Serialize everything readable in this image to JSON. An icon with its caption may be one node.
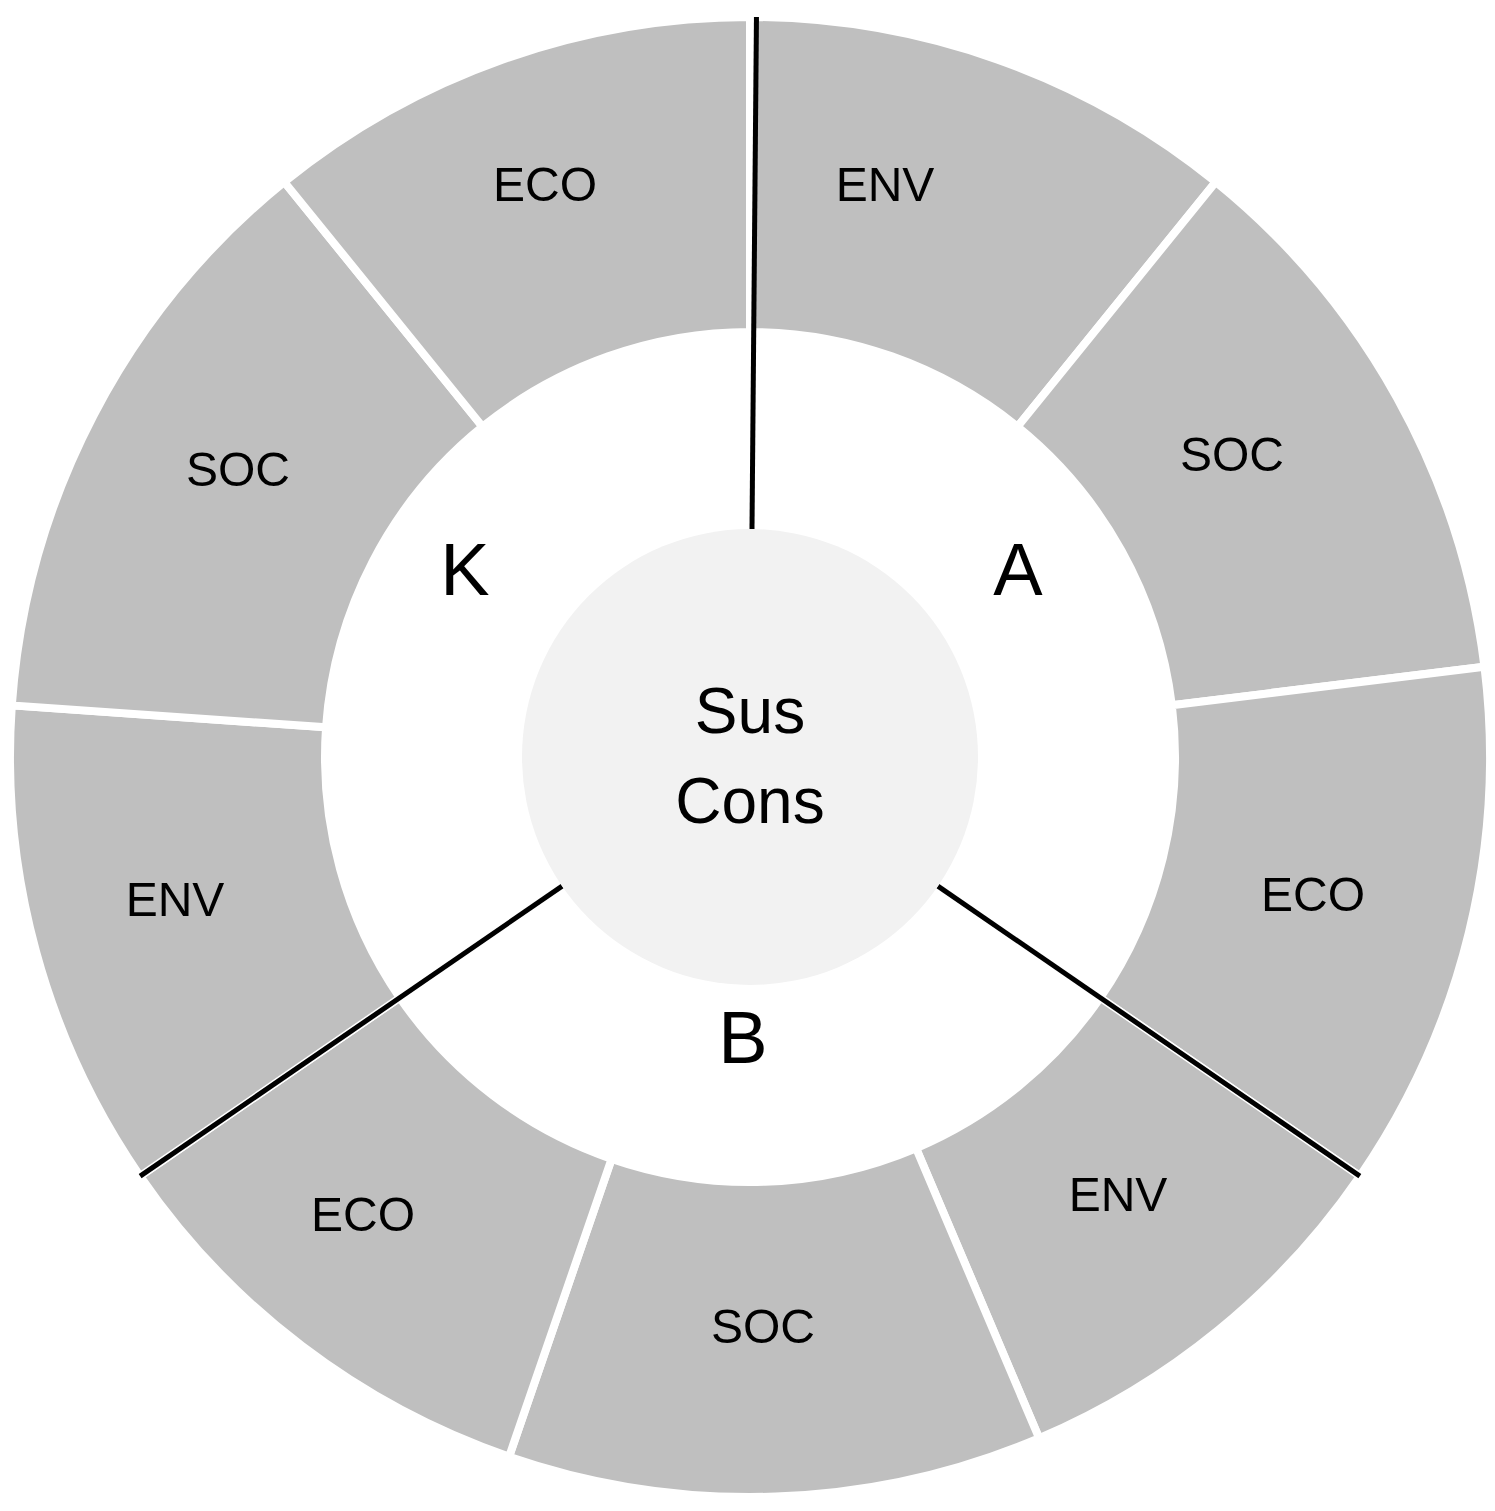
{
  "diagram": {
    "nodes": [
      {
        "text": [
          "Sus Cons"
        ]
      },
      {
        "text": [
          "ENV"
        ]
      },
      {
        "text": [
          "SOC"
        ]
      },
      {
        "text": [
          "ECO"
        ]
      },
      {
        "text": [
          "ENV"
        ]
      },
      {
        "text": [
          "SOC"
        ]
      },
      {
        "text": [
          "ECO"
        ]
      },
      {
        "text": [
          "ENV"
        ]
      },
      {
        "text": [
          "SOC"
        ]
      },
      {
        "text": [
          "ECO"
        ]
      }
    ],
    "labels": [
      "K",
      "A",
      "B"
    ]
  }
}
